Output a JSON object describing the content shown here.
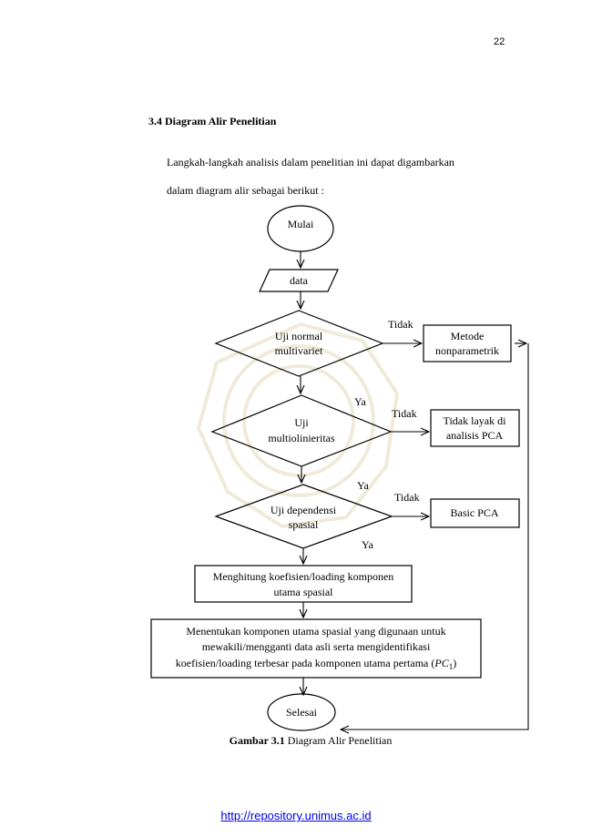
{
  "page": {
    "number": "22"
  },
  "section": {
    "heading": "3.4 Diagram Alir Penelitian"
  },
  "paragraph": {
    "line1": "Langkah-langkah analisis dalam penelitian ini dapat digambarkan",
    "line2": "dalam diagram alir sebagai berikut :"
  },
  "flowchart": {
    "start": "Mulai",
    "input": "data",
    "decision1": {
      "line1": "Uji normal",
      "line2": "multivariet"
    },
    "decision2": {
      "line1": "Uji",
      "line2": "multiolinieritas"
    },
    "decision3": {
      "line1": "Uji dependensi",
      "line2": "spasial"
    },
    "nonparametric": {
      "line1": "Metode",
      "line2": "nonparametrik"
    },
    "not_feasible": {
      "line1": "Tidak layak di",
      "line2": "analisis PCA"
    },
    "basic_pca": "Basic PCA",
    "step1": {
      "line1": "Menghitung koefisien/loading komponen",
      "line2": "utama spasial"
    },
    "step2": {
      "line1": "Menentukan komponen utama spasial yang digunaan untuk",
      "line2": "mewakili/mengganti data asli serta mengidentifikasi",
      "line3": "koefisien/loading terbesar pada komponen utama pertama (",
      "pc_symbol": "PC",
      "pc_subscript": "1",
      "close": ")"
    },
    "end": "Selesai",
    "labels": {
      "no": "Tidak",
      "yes": "Ya"
    }
  },
  "caption": {
    "label": "Gambar 3.1",
    "text": "Diagram Alir Penelitian"
  },
  "footer": {
    "url": "http://repository.unimus.ac.id"
  },
  "watermark": {
    "icon": "university-seal-icon",
    "color": "#e9e3c9"
  }
}
